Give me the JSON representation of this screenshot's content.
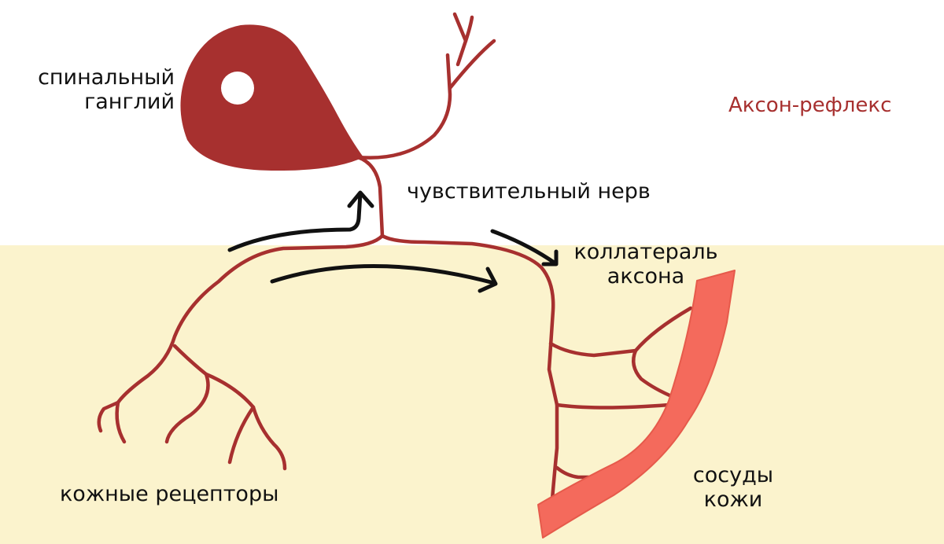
{
  "title": "Аксон-рефлекс",
  "labels": {
    "ganglion": [
      "спинальный",
      "ганглий"
    ],
    "sensory_nerve": "чувствительный нерв",
    "collateral": [
      "коллатераль",
      "аксона"
    ],
    "vessels": [
      "сосуды",
      "кожи"
    ],
    "receptors": "кожные рецепторы"
  },
  "colors": {
    "background": "#ffffff",
    "skin": "#fbf3cd",
    "neuron": "#a7302f",
    "nucleus": "#ffffff",
    "vessel_fill": "#f46a5c",
    "vessel_stroke": "#e65a4b",
    "arrow": "#111111",
    "title": "#a7302f",
    "text": "#111111"
  }
}
